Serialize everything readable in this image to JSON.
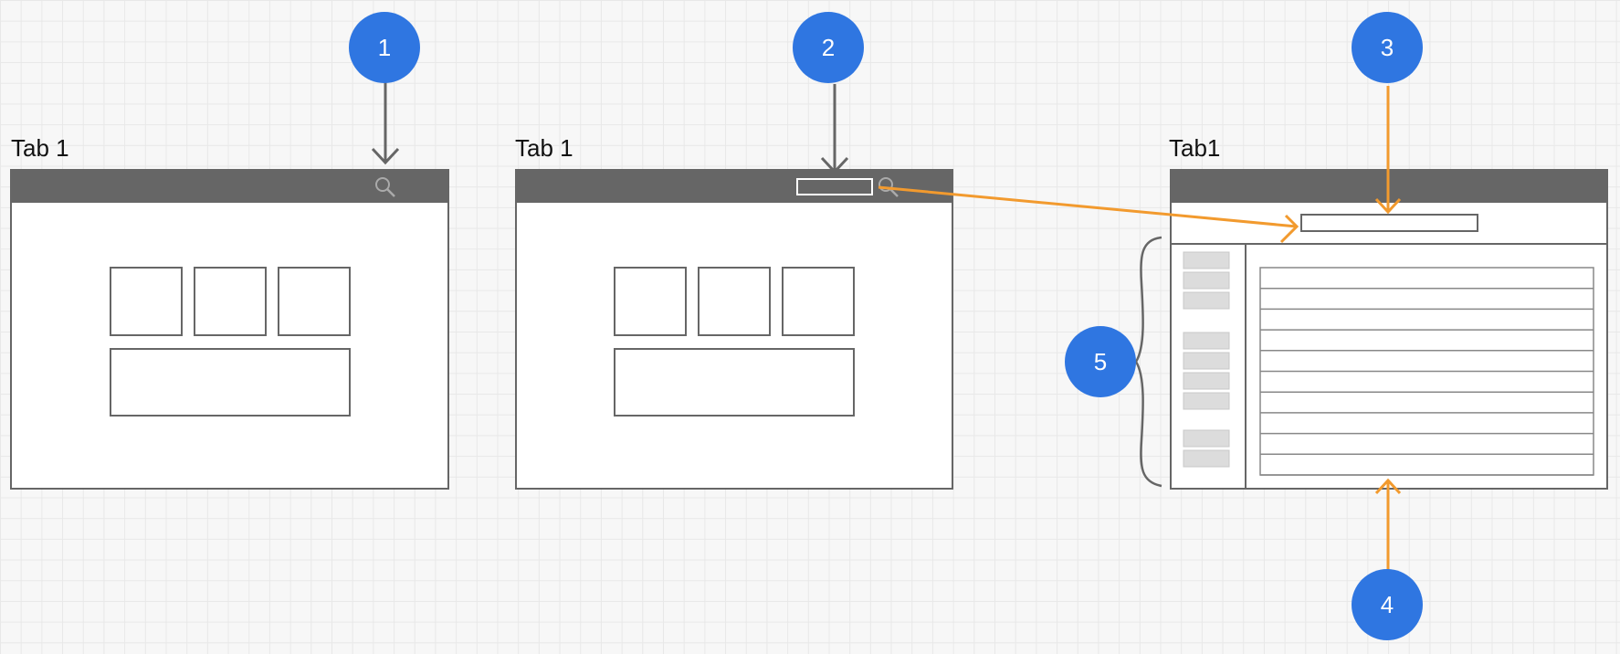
{
  "wireframes": [
    {
      "id": "wireframe-1",
      "tab_label": "Tab 1"
    },
    {
      "id": "wireframe-2",
      "tab_label": "Tab 1"
    },
    {
      "id": "wireframe-3",
      "tab_label": "Tab1"
    }
  ],
  "callouts": [
    {
      "id": "callout-1",
      "label": "1"
    },
    {
      "id": "callout-2",
      "label": "2"
    },
    {
      "id": "callout-3",
      "label": "3"
    },
    {
      "id": "callout-4",
      "label": "4"
    },
    {
      "id": "callout-5",
      "label": "5"
    }
  ],
  "colors": {
    "badge": "#2f76e1",
    "arrow_gray": "#666666",
    "arrow_orange": "#f29a2e",
    "toolbar": "#666666",
    "frame_border": "#666666",
    "sidebar_item": "#dcdcdc"
  },
  "icons": [
    "search-icon"
  ]
}
